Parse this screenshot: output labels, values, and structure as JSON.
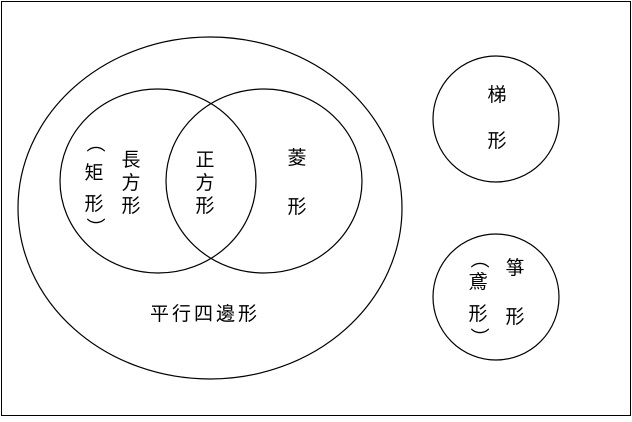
{
  "diagram": {
    "parallelogram": {
      "label": "平行四邊形"
    },
    "rectangle": {
      "label_lines": [
        "長",
        "方",
        "形"
      ],
      "alias_lines": [
        "（",
        "矩",
        "形",
        "）"
      ]
    },
    "square": {
      "label_lines": [
        "正",
        "方",
        "形"
      ]
    },
    "rhombus": {
      "label_lines": [
        "菱",
        "形"
      ]
    },
    "trapezoid": {
      "label_lines": [
        "梯",
        "形"
      ]
    },
    "kite": {
      "label_lines": [
        "箏",
        "形"
      ],
      "alias_lines": [
        "（",
        "鳶",
        "形",
        "）"
      ]
    }
  },
  "colors": {
    "stroke": "#000000",
    "background": "#ffffff"
  }
}
